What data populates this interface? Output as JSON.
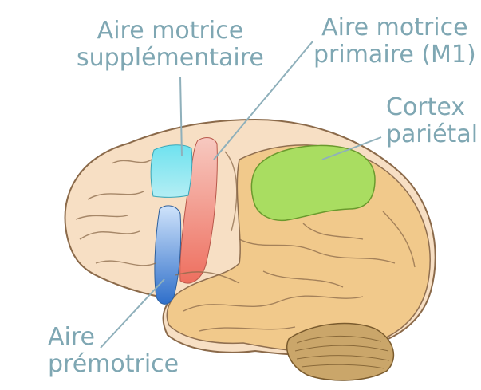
{
  "labels": {
    "supplementary_motor": [
      "Aire motrice",
      "supplémentaire"
    ],
    "primary_motor": [
      "Aire motrice",
      "primaire (M1)"
    ],
    "parietal_cortex": [
      "Cortex",
      "pariétal"
    ],
    "premotor": [
      "Aire",
      "prémotrice"
    ]
  },
  "colors": {
    "label_text": "#7fa7b3",
    "leader_line": "#8fb0bb",
    "brain_base": "#f7dfc4",
    "brain_lobe_posterior": "#f1c889",
    "parietal_region": "#a9dd61",
    "primary_motor_region": "#f08a7a",
    "premotor_region": "#4a8fd6",
    "supplementary_motor_region": "#5fd6e6",
    "cerebellum": "#caa66a"
  }
}
